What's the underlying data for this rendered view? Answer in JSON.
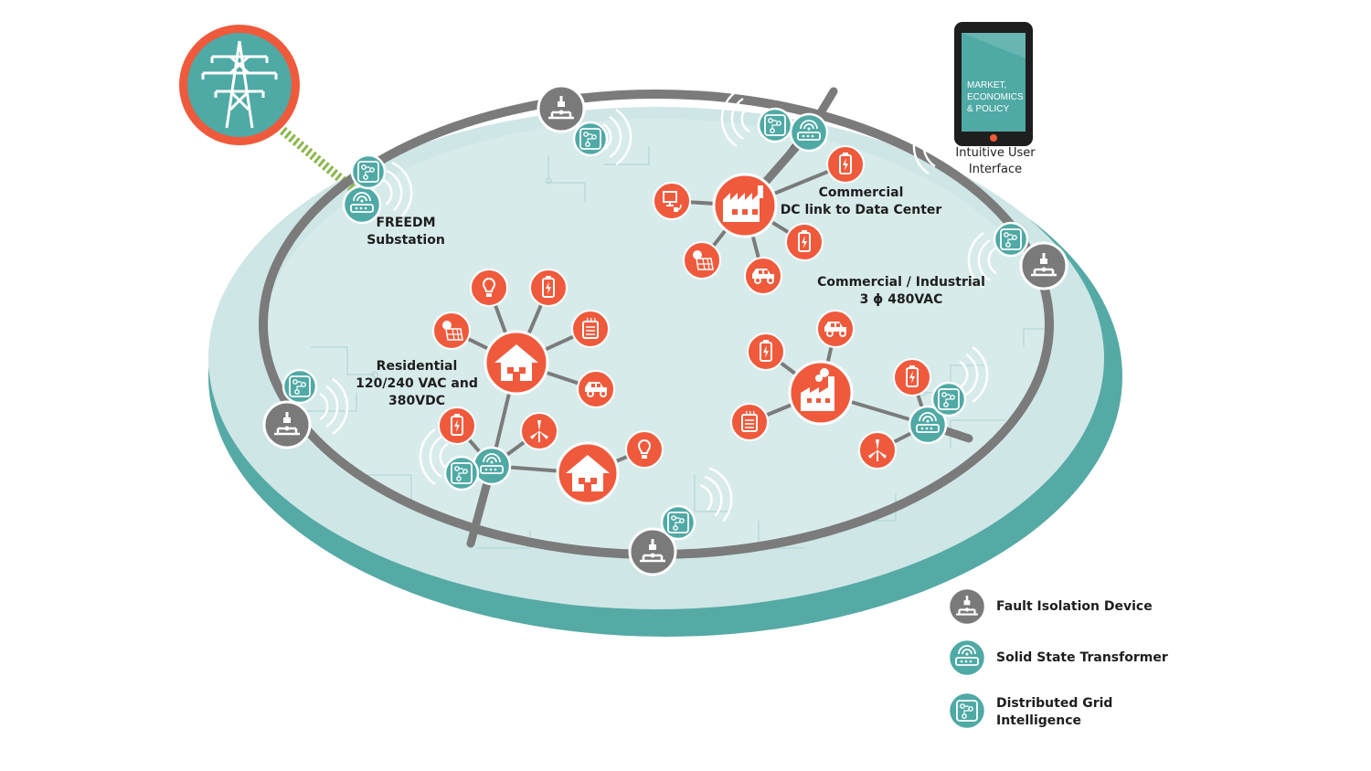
{
  "labels": {
    "substation": [
      "FREEDM",
      "Substation"
    ],
    "commercial_dc": [
      "Commercial",
      "DC link to Data Center"
    ],
    "commercial_industrial": [
      "Commercial / Industrial",
      "3 ϕ 480VAC"
    ],
    "residential": [
      "Residential",
      "120/240 VAC and",
      "380VDC"
    ],
    "user_interface": [
      "Intuitive User",
      "Interface"
    ]
  },
  "tablet": {
    "screen_text": [
      "MARKET,",
      "ECONOMICS",
      "& POLICY"
    ]
  },
  "legend": [
    {
      "icon": "fault-isolation-device-icon",
      "text": [
        "Fault Isolation Device"
      ]
    },
    {
      "icon": "solid-state-transformer-icon",
      "text": [
        "Solid State Transformer"
      ]
    },
    {
      "icon": "distributed-grid-intelligence-icon",
      "text": [
        "Distributed Grid",
        "Intelligence"
      ]
    }
  ],
  "colors": {
    "orange": "#ef5a3c",
    "teal": "#4fa9a5",
    "gray": "#7a7a7a",
    "ring": "#7b7b7b",
    "disk_fill": "#cfe6e6",
    "disk_edge": "#5aaea9"
  }
}
